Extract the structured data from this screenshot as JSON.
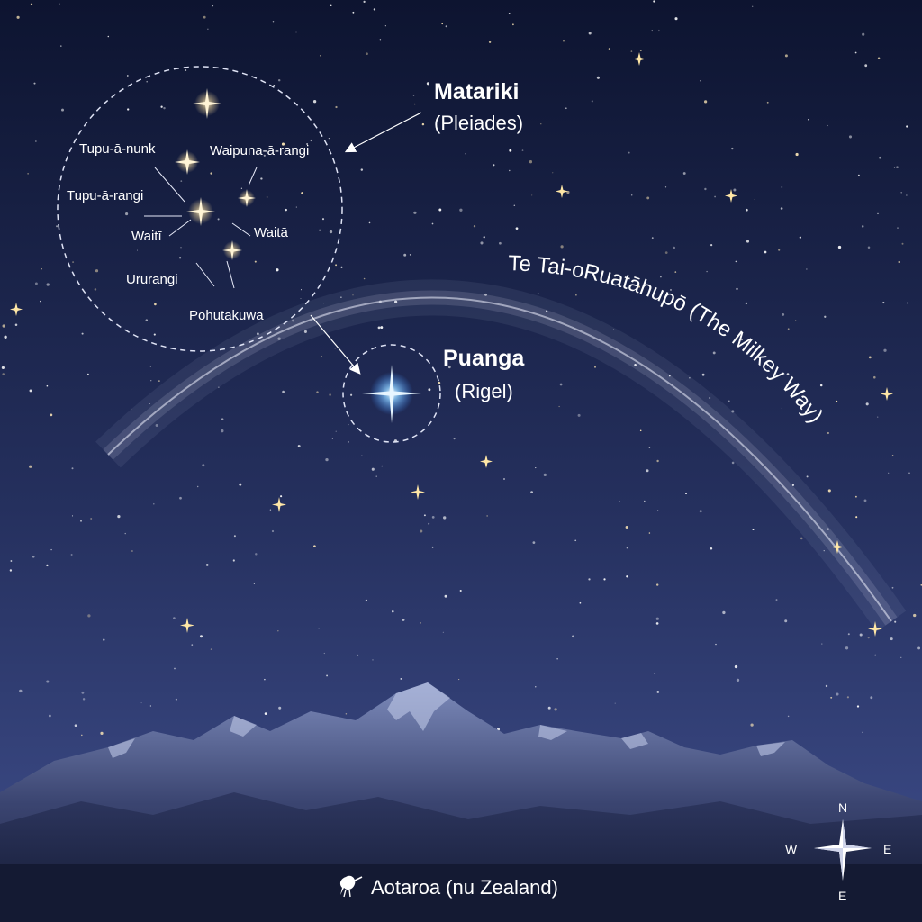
{
  "matariki": {
    "title": "Matariki",
    "subtitle": "(Pleiades)",
    "stars": [
      {
        "name": "Tupu-ā-nunk"
      },
      {
        "name": "Waipuna-ā-rangi"
      },
      {
        "name": "Tupu-ā-rangi"
      },
      {
        "name": "Waitī"
      },
      {
        "name": "Waitā"
      },
      {
        "name": "Ururangi"
      },
      {
        "name": "Pohutakuwa"
      }
    ]
  },
  "puanga": {
    "title": "Puanga",
    "subtitle": "(Rigel)"
  },
  "milky_way": {
    "label": "Te Tai-oRuatāhupō (The Milkey Way)"
  },
  "location": {
    "label": "Aotaroa (nu Zealand)",
    "icon": "kiwi-bird-icon"
  },
  "compass": {
    "n": "N",
    "w": "W",
    "e_right": "E",
    "e_bottom": "E"
  },
  "colors": {
    "sky_top": "#0d1430",
    "sky_bottom": "#3a4a86",
    "star_warm": "#fff1c2",
    "star_blue": "#9fd6ff"
  }
}
